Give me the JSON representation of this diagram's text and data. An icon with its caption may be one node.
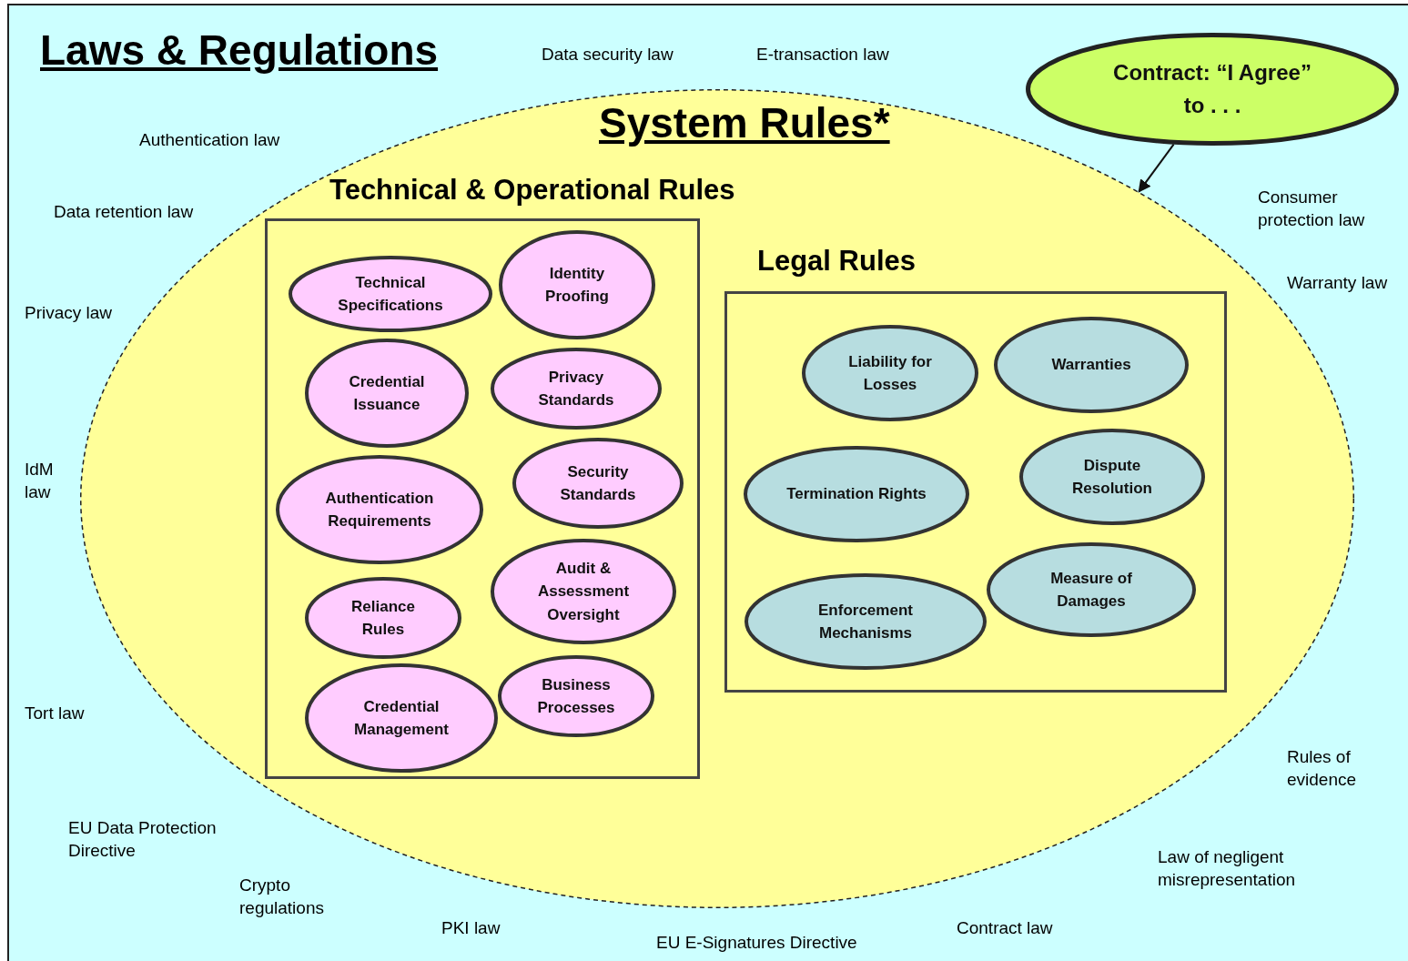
{
  "diagram": {
    "title": "Laws & Regulations",
    "nodes": [
      {
        "text": [
          "System Rules*"
        ]
      },
      {
        "text": [
          "Technical & Operational Rules"
        ],
        "in": 0
      },
      {
        "text": [
          "Technical Specifications"
        ],
        "in": 1
      },
      {
        "text": [
          "Identity Proofing"
        ],
        "in": 1
      },
      {
        "text": [
          "Credential Issuance"
        ],
        "in": 1
      },
      {
        "text": [
          "Privacy Standards"
        ],
        "in": 1
      },
      {
        "text": [
          "Authentication Requirements"
        ],
        "in": 1
      },
      {
        "text": [
          "Security Standards"
        ],
        "in": 1
      },
      {
        "text": [
          "Reliance Rules"
        ],
        "in": 1
      },
      {
        "text": [
          "Audit & Assessment Oversight"
        ],
        "in": 1
      },
      {
        "text": [
          "Credential Management"
        ],
        "in": 1
      },
      {
        "text": [
          "Business Processes"
        ],
        "in": 1
      },
      {
        "text": [
          "Legal Rules"
        ],
        "in": 0
      },
      {
        "text": [
          "Liability for Losses"
        ],
        "in": 12
      },
      {
        "text": [
          "Warranties"
        ],
        "in": 12
      },
      {
        "text": [
          "Termination Rights"
        ],
        "in": 12
      },
      {
        "text": [
          "Dispute Resolution"
        ],
        "in": 12
      },
      {
        "text": [
          "Measure of Damages"
        ],
        "in": 12
      },
      {
        "text": [
          "Enforcement Mechanisms"
        ],
        "in": 12
      },
      {
        "text": [
          "Contract: “I Agree” to . . ."
        ]
      }
    ],
    "edges": [
      {
        "from": 19,
        "to": 0,
        "arrow": "to"
      }
    ],
    "labels": [
      "Data security law",
      "E-transaction law",
      "Authentication law",
      "Data retention law",
      "Consumer protection law",
      "Privacy law",
      "Warranty law",
      "IdM law",
      "Tort law",
      "Rules of evidence",
      "EU Data Protection Directive",
      "Law of negligent misrepresentation",
      "Crypto regulations",
      "PKI law",
      "Contract law",
      "EU E-Signatures Directive"
    ]
  }
}
